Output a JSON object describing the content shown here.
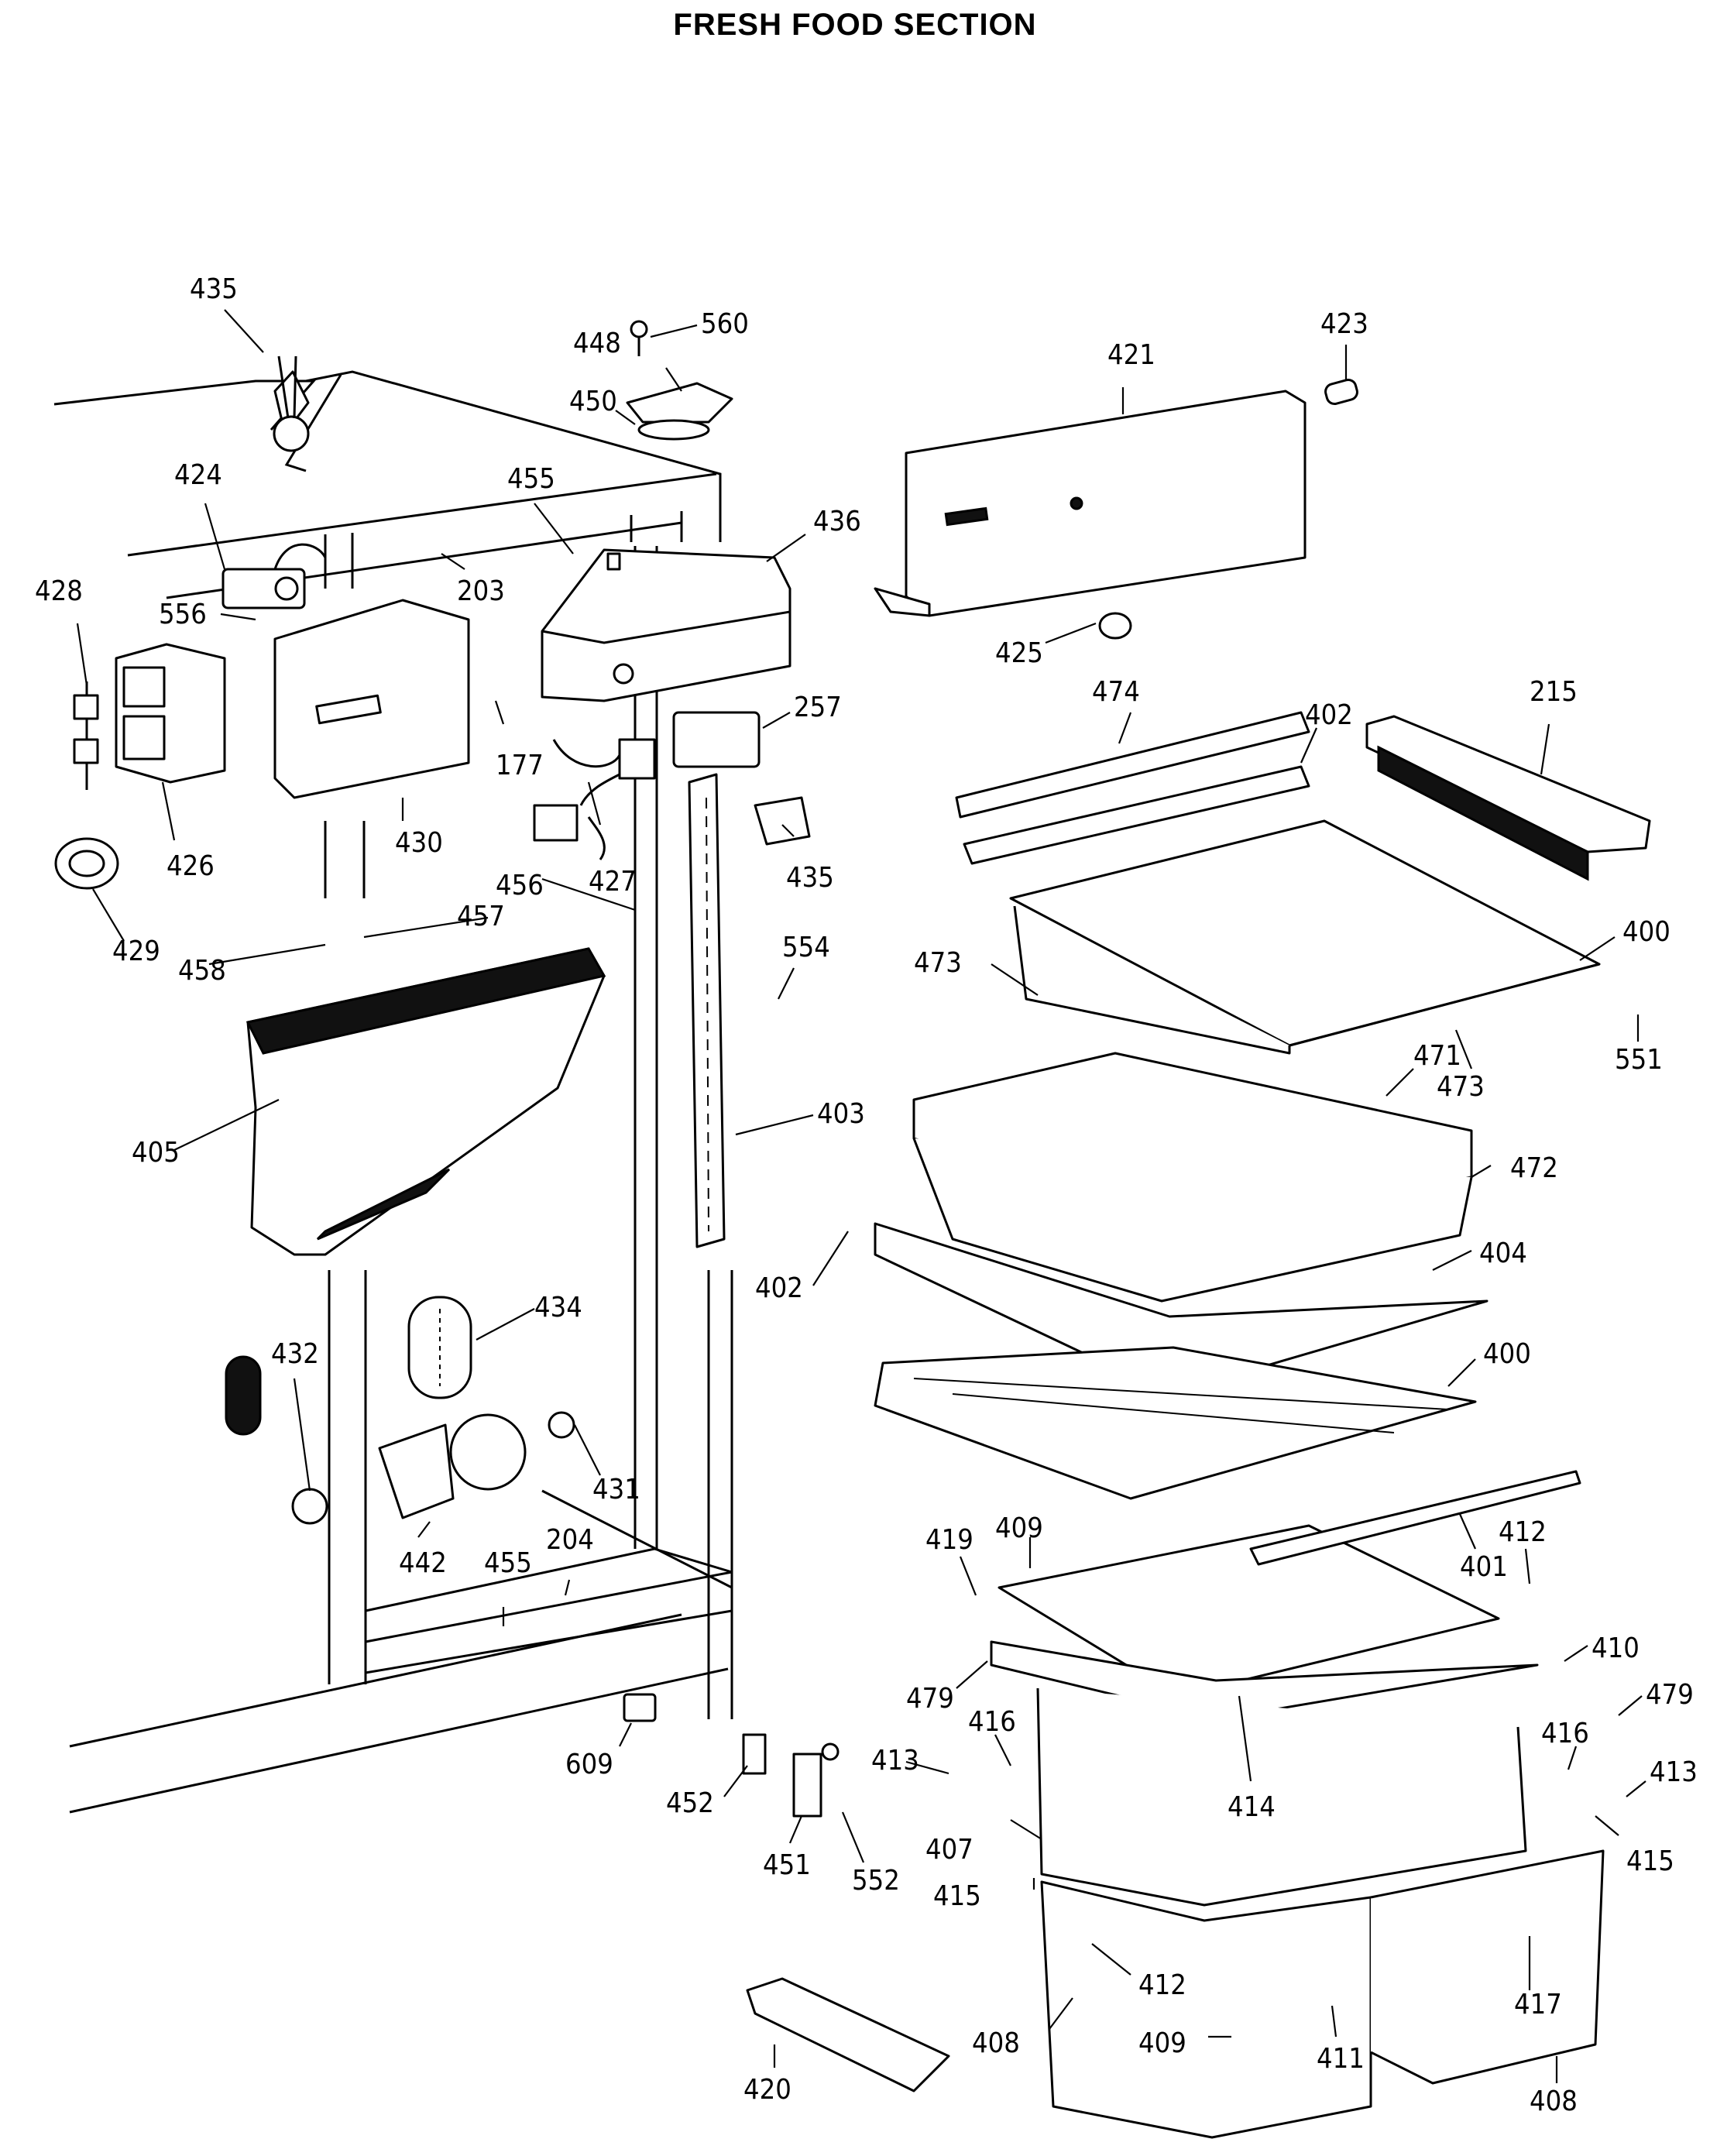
{
  "title": "FRESH FOOD SECTION",
  "callouts": [
    {
      "id": "435a",
      "label": "435"
    },
    {
      "id": "448",
      "label": "448"
    },
    {
      "id": "560",
      "label": "560"
    },
    {
      "id": "450",
      "label": "450"
    },
    {
      "id": "421",
      "label": "421"
    },
    {
      "id": "423",
      "label": "423"
    },
    {
      "id": "424",
      "label": "424"
    },
    {
      "id": "455a",
      "label": "455"
    },
    {
      "id": "436",
      "label": "436"
    },
    {
      "id": "428",
      "label": "428"
    },
    {
      "id": "556",
      "label": "556"
    },
    {
      "id": "203",
      "label": "203"
    },
    {
      "id": "425",
      "label": "425"
    },
    {
      "id": "474",
      "label": "474"
    },
    {
      "id": "402a",
      "label": "402"
    },
    {
      "id": "215",
      "label": "215"
    },
    {
      "id": "177",
      "label": "177"
    },
    {
      "id": "257",
      "label": "257"
    },
    {
      "id": "426",
      "label": "426"
    },
    {
      "id": "430",
      "label": "430"
    },
    {
      "id": "427",
      "label": "427"
    },
    {
      "id": "435b",
      "label": "435"
    },
    {
      "id": "456",
      "label": "456"
    },
    {
      "id": "429",
      "label": "429"
    },
    {
      "id": "457",
      "label": "457"
    },
    {
      "id": "458",
      "label": "458"
    },
    {
      "id": "554",
      "label": "554"
    },
    {
      "id": "400a",
      "label": "400"
    },
    {
      "id": "473a",
      "label": "473"
    },
    {
      "id": "551",
      "label": "551"
    },
    {
      "id": "473b",
      "label": "473"
    },
    {
      "id": "471",
      "label": "471"
    },
    {
      "id": "405",
      "label": "405"
    },
    {
      "id": "403",
      "label": "403"
    },
    {
      "id": "472",
      "label": "472"
    },
    {
      "id": "404",
      "label": "404"
    },
    {
      "id": "402b",
      "label": "402"
    },
    {
      "id": "434",
      "label": "434"
    },
    {
      "id": "432",
      "label": "432"
    },
    {
      "id": "400b",
      "label": "400"
    },
    {
      "id": "431",
      "label": "431"
    },
    {
      "id": "419",
      "label": "419"
    },
    {
      "id": "409a",
      "label": "409"
    },
    {
      "id": "412a",
      "label": "412"
    },
    {
      "id": "442",
      "label": "442"
    },
    {
      "id": "204",
      "label": "204"
    },
    {
      "id": "401",
      "label": "401"
    },
    {
      "id": "455b",
      "label": "455"
    },
    {
      "id": "410",
      "label": "410"
    },
    {
      "id": "479a",
      "label": "479"
    },
    {
      "id": "479b",
      "label": "479"
    },
    {
      "id": "416a",
      "label": "416"
    },
    {
      "id": "416b",
      "label": "416"
    },
    {
      "id": "609",
      "label": "609"
    },
    {
      "id": "413a",
      "label": "413"
    },
    {
      "id": "413b",
      "label": "413"
    },
    {
      "id": "414",
      "label": "414"
    },
    {
      "id": "452",
      "label": "452"
    },
    {
      "id": "407",
      "label": "407"
    },
    {
      "id": "415a",
      "label": "415"
    },
    {
      "id": "415b",
      "label": "415"
    },
    {
      "id": "451",
      "label": "451"
    },
    {
      "id": "552",
      "label": "552"
    },
    {
      "id": "412b",
      "label": "412"
    },
    {
      "id": "417",
      "label": "417"
    },
    {
      "id": "408a",
      "label": "408"
    },
    {
      "id": "409b",
      "label": "409"
    },
    {
      "id": "411",
      "label": "411"
    },
    {
      "id": "420",
      "label": "420"
    },
    {
      "id": "408b",
      "label": "408"
    }
  ]
}
